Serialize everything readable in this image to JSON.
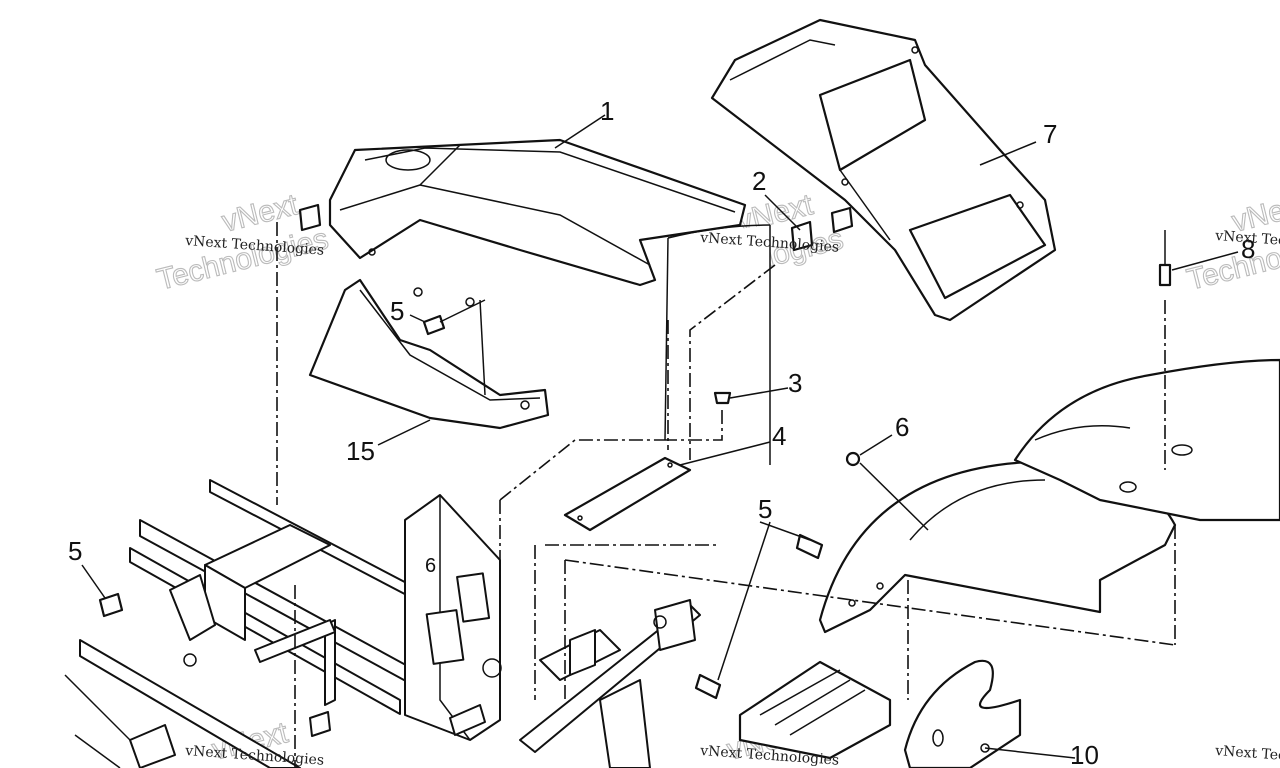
{
  "callouts": [
    {
      "id": "c1",
      "label": "1"
    },
    {
      "id": "c2",
      "label": "2"
    },
    {
      "id": "c3",
      "label": "3"
    },
    {
      "id": "c4",
      "label": "4"
    },
    {
      "id": "c5a",
      "label": "5"
    },
    {
      "id": "c5b",
      "label": "5"
    },
    {
      "id": "c5c",
      "label": "5"
    },
    {
      "id": "c6",
      "label": "6"
    },
    {
      "id": "c7",
      "label": "7"
    },
    {
      "id": "c8",
      "label": "8"
    },
    {
      "id": "c10",
      "label": "10"
    },
    {
      "id": "c15",
      "label": "15"
    }
  ],
  "watermark": {
    "small_text": "vNext Technologies",
    "big_text": "Technologies",
    "big_text_top": "vNext"
  }
}
